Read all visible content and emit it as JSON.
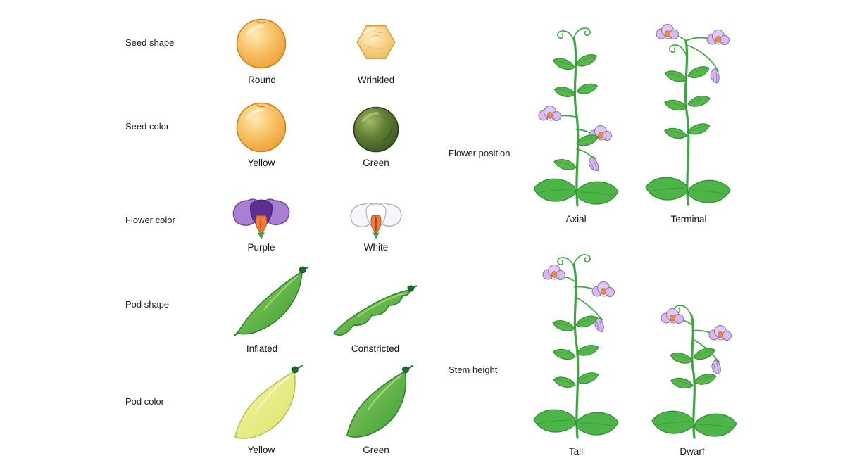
{
  "left_panel": {
    "rows": [
      {
        "label": "Seed shape",
        "variant_a": "Round",
        "variant_b": "Wrinkled"
      },
      {
        "label": "Seed color",
        "variant_a": "Yellow",
        "variant_b": "Green"
      },
      {
        "label": "Flower color",
        "variant_a": "Purple",
        "variant_b": "White"
      },
      {
        "label": "Pod shape",
        "variant_a": "Inflated",
        "variant_b": "Constricted"
      },
      {
        "label": "Pod color",
        "variant_a": "Yellow",
        "variant_b": "Green"
      }
    ]
  },
  "right_panel": {
    "rows": [
      {
        "label": "Flower position",
        "variant_a": "Axial",
        "variant_b": "Terminal"
      },
      {
        "label": "Stem height",
        "variant_a": "Tall",
        "variant_b": "Dwarf"
      }
    ]
  },
  "illustrations": {
    "seed_shape": [
      "round-seed-illustration",
      "wrinkled-seed-illustration"
    ],
    "seed_color": [
      "yellow-seed-illustration",
      "green-seed-illustration"
    ],
    "flower_color": [
      "purple-flower-illustration",
      "white-flower-illustration"
    ],
    "pod_shape": [
      "inflated-pod-illustration",
      "constricted-pod-illustration"
    ],
    "pod_color": [
      "yellow-pod-illustration",
      "green-pod-illustration"
    ],
    "flower_position": [
      "axial-plant-illustration",
      "terminal-plant-illustration"
    ],
    "stem_height": [
      "tall-plant-illustration",
      "dwarf-plant-illustration"
    ]
  },
  "colors": {
    "seed_yellow": "#f0a738",
    "seed_green": "#50712f",
    "flower_purple": "#a97fd2",
    "flower_white": "#f7f6fb",
    "stamen_orange": "#ee7d3c",
    "pod_green": "#4aa63c",
    "pod_yellow": "#e3e87c",
    "plant_green": "#3aa83f",
    "plant_flower_lilac": "#d4bde9",
    "text": "#1a1a1a",
    "background": "#ffffff"
  }
}
